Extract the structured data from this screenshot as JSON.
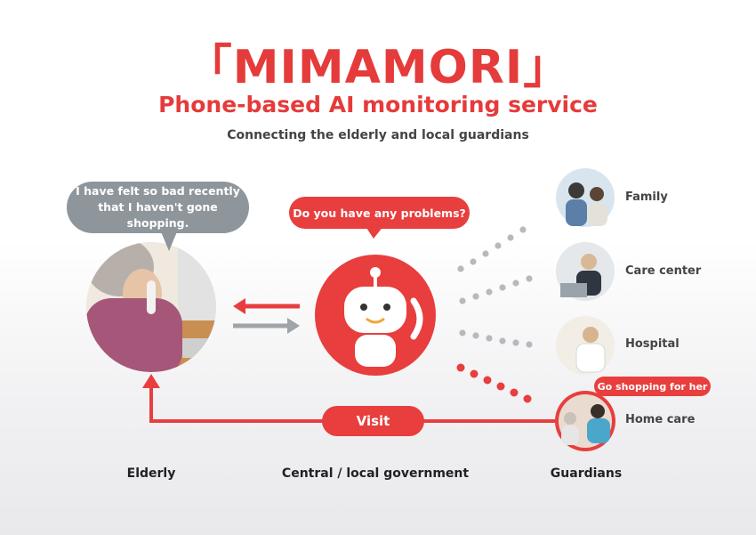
{
  "header": {
    "title": "「MIMAMORI」",
    "subtitle": "Phone-based AI monitoring service",
    "tagline": "Connecting the elderly and local guardians"
  },
  "elderly": {
    "speech": "I have felt so bad recently that I haven't gone shopping.",
    "label": "Elderly"
  },
  "ai": {
    "speech": "Do you have any problems?",
    "label": "Central / local government"
  },
  "guardians": {
    "label": "Guardians",
    "items": [
      {
        "label": "Family"
      },
      {
        "label": "Care center"
      },
      {
        "label": "Hospital"
      },
      {
        "label": "Home care"
      }
    ],
    "request": "Go shopping for her"
  },
  "flow": {
    "visit_label": "Visit"
  },
  "colors": {
    "accent": "#e83e3e",
    "gray": "#8f969b",
    "text": "#444444"
  }
}
